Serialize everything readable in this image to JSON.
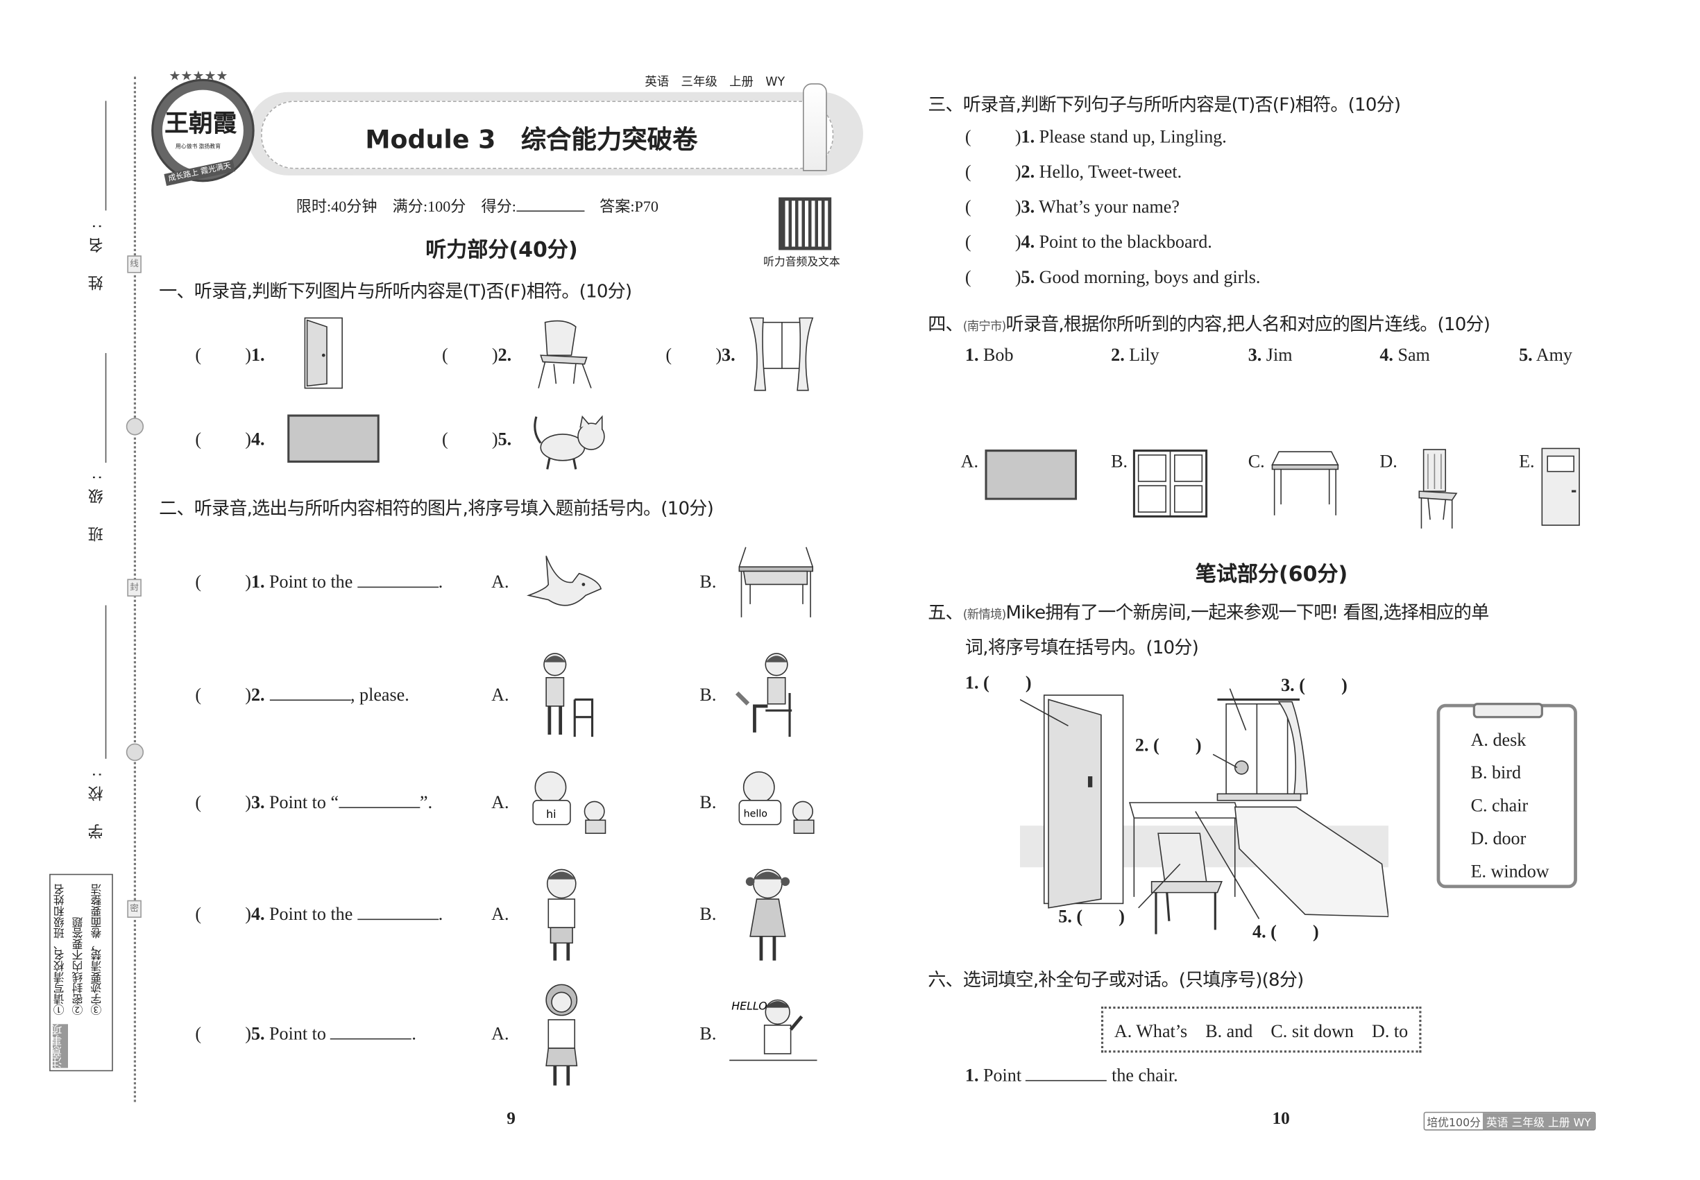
{
  "margin": {
    "name_label": "姓 名:",
    "class_label": "班 级:",
    "school_label": "学 校:",
    "seal_chars": [
      "线",
      "封",
      "密"
    ],
    "notice": {
      "title": "注意事项",
      "items": [
        "①请写清校名、班级和姓名",
        "②密封线内不要答题",
        "③字迹要清楚，卷面要整洁"
      ]
    }
  },
  "header": {
    "logo_text": "王朝霞",
    "logo_ribbon": "成长路上 霞光满天",
    "logo_slogan": "用心做书 激扬教育",
    "book_info": "英语　三年级　上册　WY",
    "title": "Module 3　综合能力突破卷",
    "info": {
      "time": "限时:40分钟",
      "full": "满分:100分",
      "score": "得分:",
      "answer": "答案:P70"
    },
    "qr_caption": "听力音频及文本"
  },
  "listening": {
    "title": "听力部分(40分)",
    "s1": {
      "heading": "一、听录音,判断下列图片与所听内容是(T)否(F)相符。(10分)",
      "items": [
        "1.",
        "2.",
        "3.",
        "4.",
        "5."
      ],
      "icons": [
        "door-icon",
        "chair-icon",
        "window-icon",
        "blackboard-icon",
        "cat-icon"
      ]
    },
    "s2": {
      "heading": "二、听录音,选出与所听内容相符的图片,将序号填入题前括号内。(10分)",
      "items": [
        {
          "num": "1.",
          "pre": "Point to the",
          "post": ".",
          "a": "A.",
          "b": "B."
        },
        {
          "num": "2.",
          "pre": "",
          "post": ", please.",
          "a": "A.",
          "b": "B."
        },
        {
          "num": "3.",
          "pre": "Point to “",
          "post": "”.",
          "a": "A.",
          "b": "B."
        },
        {
          "num": "4.",
          "pre": "Point to the",
          "post": ".",
          "a": "A.",
          "b": "B."
        },
        {
          "num": "5.",
          "pre": "Point to",
          "post": ".",
          "a": "A.",
          "b": "B."
        }
      ],
      "bubble_hi": "hi",
      "bubble_hello": "hello",
      "hello_sign": "HELLO"
    },
    "s3": {
      "heading": "三、听录音,判断下列句子与所听内容是(T)否(F)相符。(10分)",
      "items": [
        {
          "num": "1.",
          "text": "Please stand up, Lingling."
        },
        {
          "num": "2.",
          "text": "Hello, Tweet-tweet."
        },
        {
          "num": "3.",
          "text": "What’s your name?"
        },
        {
          "num": "4.",
          "text": "Point to the blackboard."
        },
        {
          "num": "5.",
          "text": "Good morning, boys and girls."
        }
      ]
    },
    "s4": {
      "heading_pre": "四、",
      "tag": "(南宁市)",
      "heading": "听录音,根据你所听到的内容,把人名和对应的图片连线。(10分)",
      "names": [
        {
          "num": "1.",
          "name": "Bob"
        },
        {
          "num": "2.",
          "name": "Lily"
        },
        {
          "num": "3.",
          "name": "Jim"
        },
        {
          "num": "4.",
          "name": "Sam"
        },
        {
          "num": "5.",
          "name": "Amy"
        }
      ],
      "pictures": [
        "A.",
        "B.",
        "C.",
        "D.",
        "E."
      ]
    }
  },
  "writing": {
    "title": "笔试部分(60分)",
    "s5": {
      "heading_pre": "五、",
      "tag": "(新情境)",
      "heading_line1": "Mike拥有了一个新房间,一起来参观一下吧! 看图,选择相应的单",
      "heading_line2": "词,将序号填在括号内。(10分)",
      "labels": [
        "1. (　　)",
        "2. (　　)",
        "3. (　　)",
        "4. (　　)",
        "5. (　　)"
      ],
      "options": [
        "A. desk",
        "B. bird",
        "C. chair",
        "D. door",
        "E. window"
      ]
    },
    "s6": {
      "heading": "六、选词填空,补全句子或对话。(只填序号)(8分)",
      "word_bank": "A. What’s　B. and　C. sit down　D. to",
      "q1_num": "1.",
      "q1_pre": "Point",
      "q1_post": "the chair."
    }
  },
  "footer": {
    "page_left": "9",
    "page_right": "10",
    "badge_a": "培优100分",
    "badge_b": "英语 三年级 上册 WY"
  }
}
